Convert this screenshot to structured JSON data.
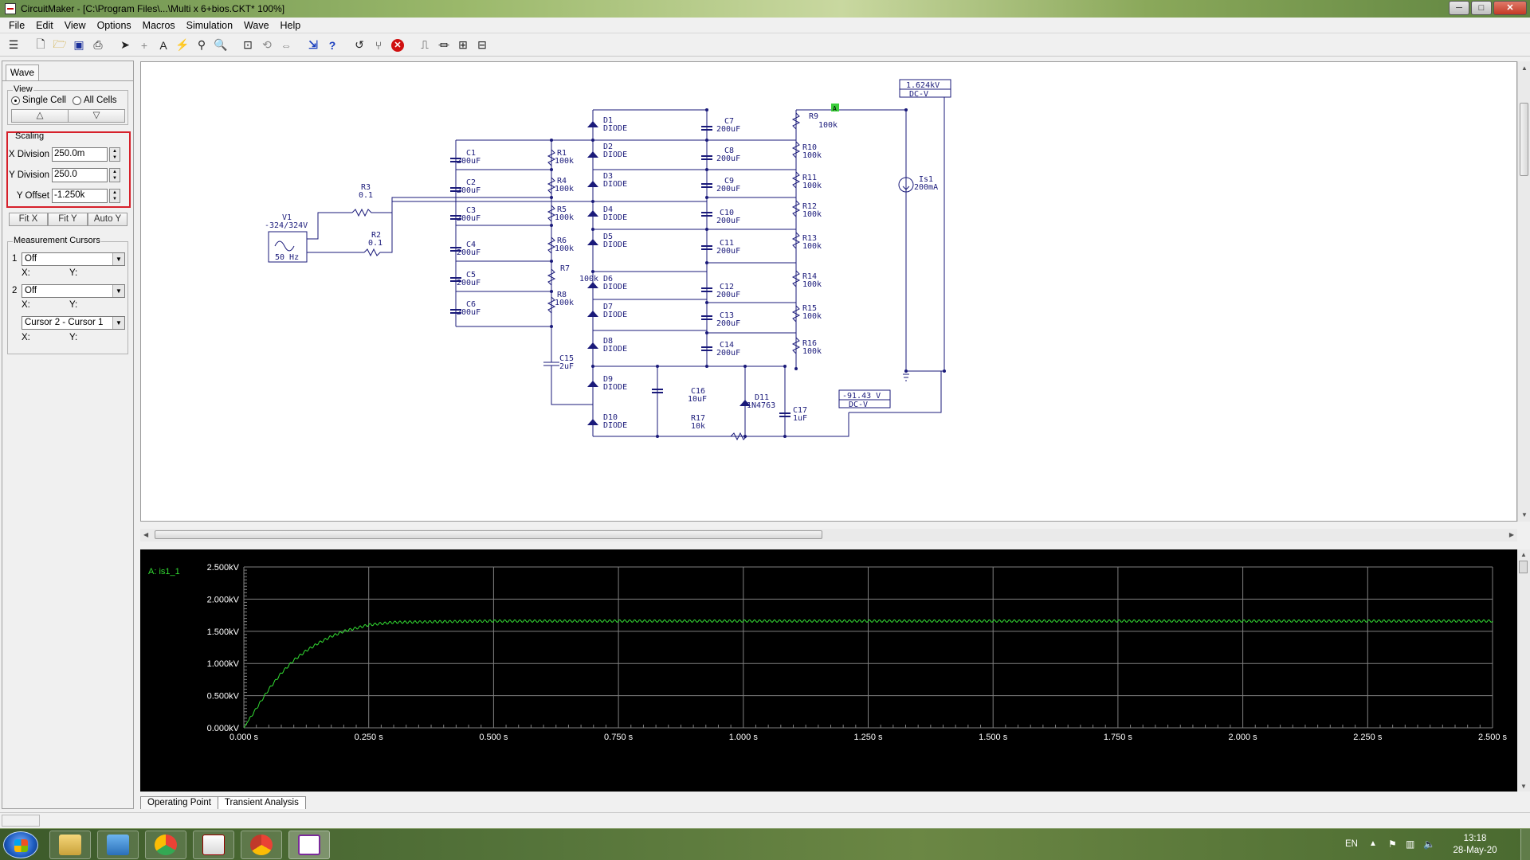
{
  "window": {
    "title": "CircuitMaker - [C:\\Program Files\\...\\Multi x 6+bios.CKT* 100%]",
    "controls": {
      "minimize": "─",
      "maximize": "□",
      "close": "✕"
    }
  },
  "menu": [
    "File",
    "Edit",
    "View",
    "Options",
    "Macros",
    "Simulation",
    "Wave",
    "Help"
  ],
  "toolbar": {
    "icons": [
      "panel-toggle-icon",
      "new-file-icon",
      "open-folder-icon",
      "save-icon",
      "print-icon",
      "arrow-pointer-icon",
      "wire-cross-icon",
      "text-tool-icon",
      "probe-icon",
      "zoom-probe-icon",
      "zoom-icon",
      "fit-view-icon",
      "rotate-icon",
      "mirror-icon",
      "digital-sim-icon",
      "help-icon",
      "reset-icon",
      "step-icon",
      "stop-icon",
      "scope-icon",
      "waveform-icon",
      "analog-sim-icon",
      "settings-icon"
    ]
  },
  "left_panel": {
    "tab": "Wave",
    "view": {
      "title": "View",
      "single_cell": "Single Cell",
      "all_cells": "All Cells",
      "up": "△",
      "down": "▽"
    },
    "scaling": {
      "title": "Scaling",
      "x_division_label": "X Division",
      "x_division_value": "250.0m",
      "y_division_label": "Y Division",
      "y_division_value": "250.0",
      "y_offset_label": "Y Offset",
      "y_offset_value": "-1.250k",
      "fit_x": "Fit X",
      "fit_y": "Fit Y",
      "auto_y": "Auto Y"
    },
    "cursors": {
      "title": "Measurement Cursors",
      "c1_num": "1",
      "c1_value": "Off",
      "c2_num": "2",
      "c2_value": "Off",
      "x_label": "X:",
      "y_label": "Y:",
      "diff_value": "Cursor 2 - Cursor 1"
    }
  },
  "schematic": {
    "voltmeter_top": {
      "value": "1.624kV",
      "mode": "DC-V"
    },
    "voltmeter_bottom": {
      "value": "-91.43 V",
      "mode": "DC-V"
    },
    "probe_label": "A",
    "labels": {
      "v1": "V1",
      "v1_val": "-324/324V",
      "v1_freq": "50 Hz",
      "r3": "R3",
      "r3_val": "0.1",
      "r2": "R2",
      "r2_val": "0.1",
      "c1": "C1",
      "c2": "C2",
      "c3": "C3",
      "c4": "C4",
      "c5": "C5",
      "c6": "C6",
      "c7": "C7",
      "c8": "C8",
      "c9": "C9",
      "c10": "C10",
      "c11": "C11",
      "c12": "C12",
      "c13": "C13",
      "c14": "C14",
      "cap200": "200uF",
      "c15": "C15",
      "c15_val": "2uF",
      "c16": "C16",
      "c16_val": "10uF",
      "c17": "C17",
      "c17_val": "1uF",
      "r1": "R1",
      "r4": "R4",
      "r5": "R5",
      "r6": "R6",
      "r7": "R7",
      "r8": "R8",
      "r9": "R9",
      "r10": "R10",
      "r11": "R11",
      "r12": "R12",
      "r13": "R13",
      "r14": "R14",
      "r15": "R15",
      "r16": "R16",
      "res100k": "100k",
      "r17": "R17",
      "r17_val": "10k",
      "d1": "D1",
      "d2": "D2",
      "d3": "D3",
      "d4": "D4",
      "d5": "D5",
      "d6": "D6",
      "d7": "D7",
      "d8": "D8",
      "d9": "D9",
      "d10": "D10",
      "diode": "DIODE",
      "d11": "D11",
      "d11_val": "1N4763",
      "is1": "Is1",
      "is1_val": "200mA"
    }
  },
  "chart_data": {
    "type": "line",
    "series": [
      {
        "name": "A: is1_1",
        "color": "#33dd33"
      }
    ],
    "x": [
      0.0,
      0.025,
      0.05,
      0.075,
      0.1,
      0.125,
      0.15,
      0.175,
      0.2,
      0.25,
      0.3,
      0.5,
      1.0,
      1.5,
      2.0,
      2.5
    ],
    "values": [
      0.0,
      0.3,
      0.6,
      0.85,
      1.05,
      1.2,
      1.32,
      1.42,
      1.5,
      1.6,
      1.64,
      1.66,
      1.66,
      1.66,
      1.66,
      1.66
    ],
    "ripple_kV": 0.02,
    "ylim": [
      0,
      2.5
    ],
    "xlim": [
      0,
      2.5
    ],
    "yticks": [
      "0.000kV",
      "0.500kV",
      "1.000kV",
      "1.500kV",
      "2.000kV",
      "2.500kV"
    ],
    "xticks": [
      "0.000 s",
      "0.250 s",
      "0.500 s",
      "0.750 s",
      "1.000 s",
      "1.250 s",
      "1.500 s",
      "1.750 s",
      "2.000 s",
      "2.250 s",
      "2.500 s"
    ],
    "grid": true,
    "background": "#000000"
  },
  "bottom_tabs": [
    "Operating Point",
    "Transient Analysis"
  ],
  "taskbar": {
    "lang": "EN",
    "time": "13:18",
    "date": "28-May-20"
  }
}
